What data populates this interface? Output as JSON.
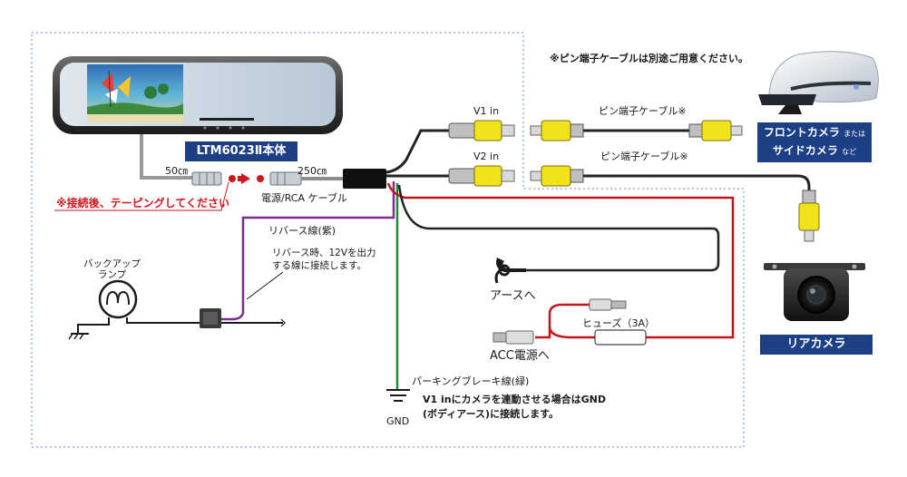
{
  "mirror_label": "LTM6023Ⅱ本体",
  "cable_50": "50㎝",
  "cable_250": "250㎝",
  "power_rca_cable": "電源/RCA ケーブル",
  "taping_note": "※接続後、テーピングしてください",
  "v1_in": "V1 in",
  "v2_in": "V2 in",
  "pin_cable_1": "ピン端子ケーブル※",
  "pin_cable_2": "ピン端子ケーブル※",
  "pin_cable_note": "※ピン端子ケーブルは別途ご用意ください。",
  "front_camera_line1": "フロントカメラ",
  "front_camera_or": "または",
  "front_camera_line2": "サイドカメラ",
  "front_camera_etc": "など",
  "rear_camera": "リアカメラ",
  "reverse_wire": "リバース線(紫)",
  "reverse_note_line1": "リバース時、12Vを出力",
  "reverse_note_line2": "する線に接続します。",
  "backup_lamp_line1": "バックアップ",
  "backup_lamp_line2": "ランプ",
  "ground_label": "アースへ",
  "fuse_label": "ヒューズ（3A）",
  "acc_label": "ACC電源へ",
  "parking_wire": "パーキングブレーキ線(緑)",
  "gnd_label": "GND",
  "parking_note_line1": "V1 inにカメラを連動させる場合はGND",
  "parking_note_line2": "(ボディアース)に接続します。",
  "colors": {
    "pill": "#1d3f86",
    "dotted_border": "#7f9fc9",
    "red_wire": "#c3161c",
    "purple_wire": "#7b2d8e",
    "green_wire": "#1f8a3a",
    "rca_yellow": "#f2e21c"
  }
}
